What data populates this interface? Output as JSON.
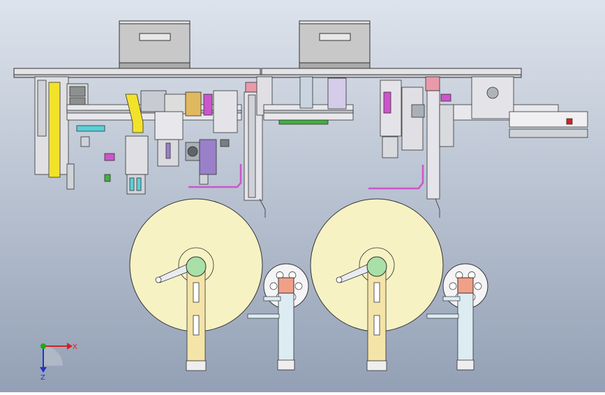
{
  "viewport": {
    "background_top": "#dde3ec",
    "background_bottom": "#93a0b5"
  },
  "triad": {
    "x_label": "X",
    "z_label": "Z",
    "x_color": "#d62020",
    "y_color": "#1fa81f",
    "z_color": "#2233cc"
  },
  "colors": {
    "reel": "#f7f2c4",
    "reel_arm": "#f4e4a8",
    "small_arm": "#dcecf2",
    "hub_green": "#a8e0a8",
    "hub_salmon": "#f0a088",
    "yellow_part": "#f2e22a",
    "pink_part": "#e89aa8",
    "magenta_part": "#cc55cc",
    "purple_part": "#9a80c8",
    "green_part": "#40b040",
    "cyan_part": "#5ad0d8",
    "box_grey": "#c8c8c8"
  },
  "assembly": {
    "top_boxes": 2,
    "large_reels": 2,
    "small_reels": 2
  }
}
